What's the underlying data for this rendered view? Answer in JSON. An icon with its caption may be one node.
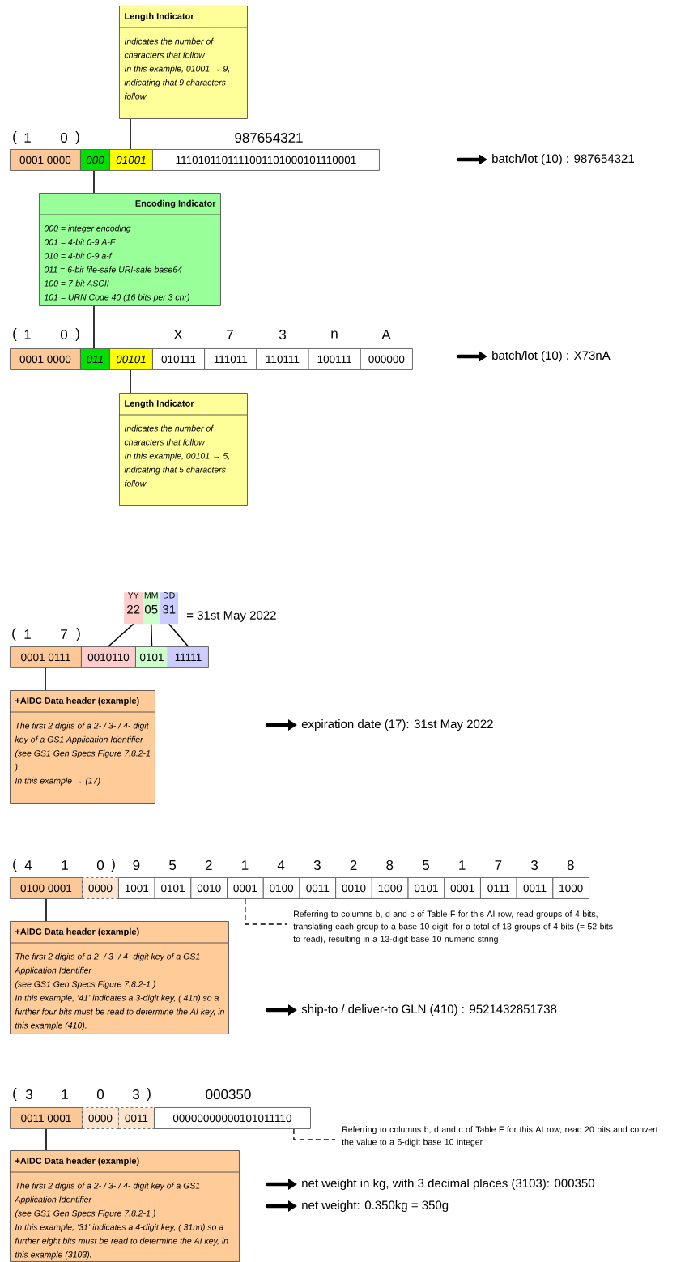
{
  "diagram": {
    "nodes": [
      {
        "text": [
          "0001 0000"
        ]
      },
      {
        "text": [
          "000"
        ]
      },
      {
        "text": [
          "01001"
        ]
      },
      {
        "text": [
          "1110101101111001101000101110001"
        ]
      },
      {
        "text": [
          "Length Indicator",
          "Indicates the number of characters that follow",
          "In this example, 01001 → 9, indicating that 9 characters follow"
        ]
      },
      {
        "text": [
          "Encoding Indicator",
          "000 = integer encoding",
          "001 = 4-bit 0-9 A-F",
          "010 = 4-bit 0-9 a-f",
          "011 = 6-bit file-safe URI-safe base64",
          "100 = 7-bit ASCII",
          "101 = URN Code 40 (16 bits per 3 chr)"
        ]
      },
      {
        "text": [
          "batch/lot (10) : 987654321"
        ]
      },
      {
        "text": [
          "0001 0000"
        ]
      },
      {
        "text": [
          "011"
        ]
      },
      {
        "text": [
          "00101"
        ]
      },
      {
        "text": [
          "010111"
        ]
      },
      {
        "text": [
          "111011"
        ]
      },
      {
        "text": [
          "110111"
        ]
      },
      {
        "text": [
          "100111"
        ]
      },
      {
        "text": [
          "000000"
        ]
      },
      {
        "text": [
          "Length Indicator",
          "Indicates the number of characters that follow",
          "In this example, 00101 → 5, indicating that 5 characters follow"
        ]
      },
      {
        "text": [
          "batch/lot (10) : X73nA"
        ]
      },
      {
        "text": [
          "YY",
          "22"
        ]
      },
      {
        "text": [
          "MM",
          "05"
        ]
      },
      {
        "text": [
          "DD",
          "31"
        ]
      },
      {
        "text": [
          "0001 0111"
        ]
      },
      {
        "text": [
          "0010110"
        ]
      },
      {
        "text": [
          "0101"
        ]
      },
      {
        "text": [
          "11111"
        ]
      },
      {
        "text": [
          "+AIDC Data header (example)",
          "The first 2 digits of a 2- / 3- / 4- digit key of a GS1 Application Identifier",
          "(see GS1 Gen Specs Figure 7.8.2-1 )",
          "In this example → (17)"
        ]
      },
      {
        "text": [
          "expiration date (17): 31st May 2022"
        ]
      },
      {
        "text": [
          "0100 0001"
        ]
      },
      {
        "text": [
          "0000"
        ]
      },
      {
        "text": [
          "1001"
        ]
      },
      {
        "text": [
          "0101"
        ]
      },
      {
        "text": [
          "0010"
        ]
      },
      {
        "text": [
          "0001"
        ]
      },
      {
        "text": [
          "0100"
        ]
      },
      {
        "text": [
          "0011"
        ]
      },
      {
        "text": [
          "0010"
        ]
      },
      {
        "text": [
          "1000"
        ]
      },
      {
        "text": [
          "0101"
        ]
      },
      {
        "text": [
          "0001"
        ]
      },
      {
        "text": [
          "0111"
        ]
      },
      {
        "text": [
          "0011"
        ]
      },
      {
        "text": [
          "1000"
        ]
      },
      {
        "text": [
          "+AIDC Data header (example)",
          "The first 2 digits of a 2- / 3- / 4- digit key of a GS1 Application Identifier",
          "(see GS1 Gen Specs Figure 7.8.2-1 )",
          "In this example, ‘41’ indicates a 3-digit key, ( 41n) so a further four bits must be read to determine the AI key, in this example (410)."
        ]
      },
      {
        "text": [
          "Referring to columns b, d and c of Table F for this AI row, read groups of 4 bits, translating each group to a base 10 digit, for a total of 13 groups of 4 bits (= 52 bits to read), resulting in a 13-digit base 10 numeric string"
        ]
      },
      {
        "text": [
          "ship-to / deliver-to GLN (410) : 9521432851738"
        ]
      },
      {
        "text": [
          "0011 0001"
        ]
      },
      {
        "text": [
          "0000"
        ]
      },
      {
        "text": [
          "0011"
        ]
      },
      {
        "text": [
          "00000000000101011110"
        ]
      },
      {
        "text": [
          "+AIDC Data header (example)",
          "The first 2 digits of a 2- / 3- / 4- digit key of a GS1 Application Identifier",
          "(see GS1 Gen Specs Figure 7.8.2-1 )",
          "In this example, ‘31’ indicates a 4-digit key, ( 31nn) so a further eight bits must be read to determine the AI key, in this example (3103)."
        ]
      },
      {
        "text": [
          "Referring to columns b, d and c of Table F for this AI row, read 20 bits and convert the value to a 6-digit base 10 integer"
        ]
      },
      {
        "text": [
          "net weight in kg, with 3 decimal places (3103): 000350"
        ]
      },
      {
        "text": [
          "net weight: 0.350kg = 350g"
        ]
      }
    ],
    "edges": [
      {
        "from": 4,
        "to": 2,
        "arrow": "none"
      },
      {
        "from": 1,
        "to": 5,
        "arrow": "none"
      },
      {
        "from": 5,
        "to": 8,
        "arrow": "none"
      },
      {
        "from": 9,
        "to": 15,
        "arrow": "none"
      },
      {
        "from": null,
        "to": 6,
        "arrow": "to",
        "style": "thick"
      },
      {
        "from": null,
        "to": 16,
        "arrow": "to",
        "style": "thick"
      },
      {
        "from": 17,
        "to": 21,
        "arrow": "none"
      },
      {
        "from": 18,
        "to": 22,
        "arrow": "none"
      },
      {
        "from": 19,
        "to": 23,
        "arrow": "none"
      },
      {
        "from": 20,
        "to": 24,
        "arrow": "none"
      },
      {
        "from": null,
        "to": 25,
        "arrow": "to",
        "style": "thick"
      },
      {
        "from": 26,
        "to": 41,
        "arrow": "none"
      },
      {
        "from": 31,
        "to": 42,
        "arrow": "none",
        "style": "dashed"
      },
      {
        "from": null,
        "to": 43,
        "arrow": "to",
        "style": "thick"
      },
      {
        "from": 44,
        "to": 48,
        "arrow": "none"
      },
      {
        "from": 47,
        "to": 49,
        "arrow": "none",
        "style": "dashed"
      },
      {
        "from": null,
        "to": 50,
        "arrow": "to",
        "style": "thick"
      },
      {
        "from": null,
        "to": 51,
        "arrow": "to",
        "style": "thick"
      }
    ],
    "labels": [
      "(",
      "1",
      "0",
      ")",
      "987654321",
      "(",
      "1",
      "0",
      ")",
      "X",
      "7",
      "3",
      "n",
      "A",
      "= 31st May 2022",
      "(",
      "1",
      "7",
      ")",
      "(",
      "4",
      "1",
      "0",
      ")",
      "9",
      "5",
      "2",
      "1",
      "4",
      "3",
      "2",
      "8",
      "5",
      "1",
      "7",
      "3",
      "8",
      "(",
      "3",
      "1",
      "0",
      "3",
      ")",
      "000350"
    ]
  }
}
